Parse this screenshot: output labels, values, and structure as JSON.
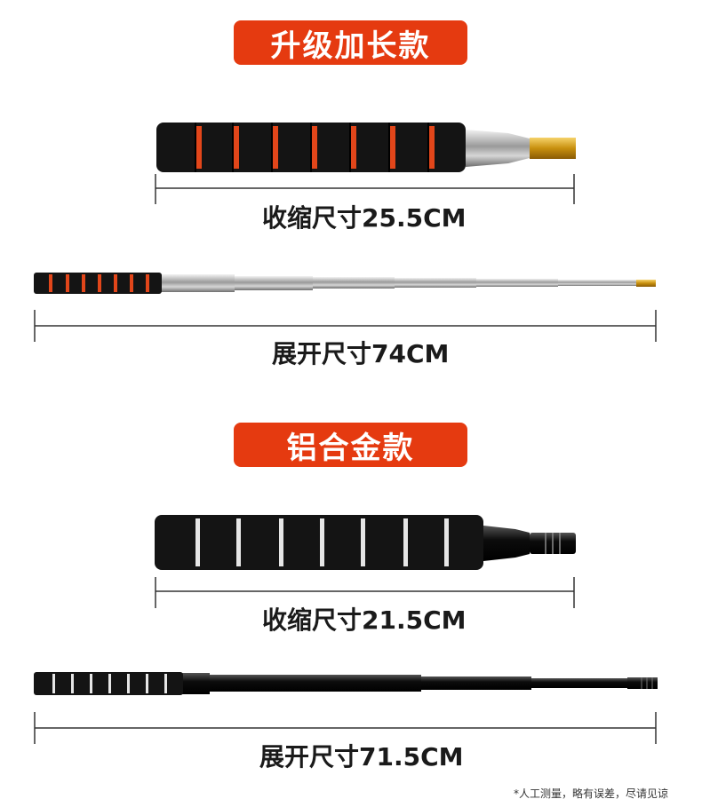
{
  "section1": {
    "title": "升级加长款",
    "collapsed_label": "收缩尺寸25.5CM",
    "extended_label": "展开尺寸74CM",
    "accent_stripe_color": "#e2461a",
    "tip_color": "#d8a21c"
  },
  "section2": {
    "title": "铝合金款",
    "collapsed_label": "收缩尺寸21.5CM",
    "extended_label": "展开尺寸71.5CM",
    "accent_stripe_color": "#e6e6e6",
    "tube_color": "#111111"
  },
  "footnote": "*人工测量，略有误差，尽请见谅",
  "colors": {
    "badge": "#e53a10",
    "foam": "#141414"
  }
}
